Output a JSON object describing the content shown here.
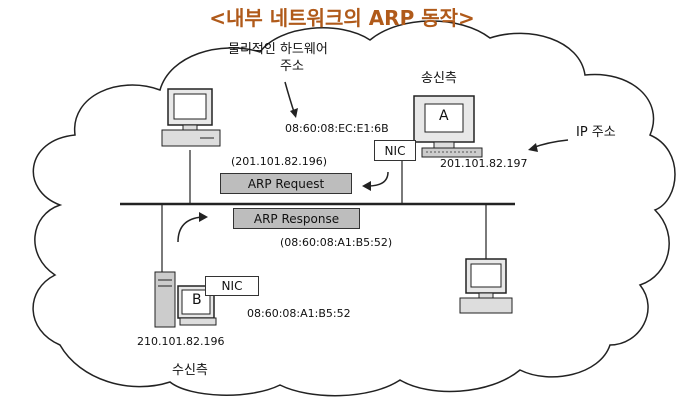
{
  "title": "<내부 네트워크의 ARP 동작>",
  "callouts": {
    "physical_address_line1": "물리적인 하드웨어",
    "physical_address_line2": "주소",
    "ip_address": "IP 주소",
    "sender": "송신측",
    "receiver": "수신측"
  },
  "host_a": {
    "label": "A",
    "nic": "NIC",
    "ip": "201.101.82.197",
    "mac": "08:60:08:EC:E1:6B"
  },
  "host_b": {
    "label": "B",
    "nic": "NIC",
    "ip": "210.101.82.196",
    "mac": "08:60:08:A1:B5:52"
  },
  "request": {
    "label": "ARP Request",
    "target_ip": "(201.101.82.196)"
  },
  "response": {
    "label": "ARP Response",
    "mac": "(08:60:08:A1:B5:52)"
  },
  "colors": {
    "title": "#b05a1a",
    "box_fill": "#bdbdbd",
    "line": "#222222"
  }
}
